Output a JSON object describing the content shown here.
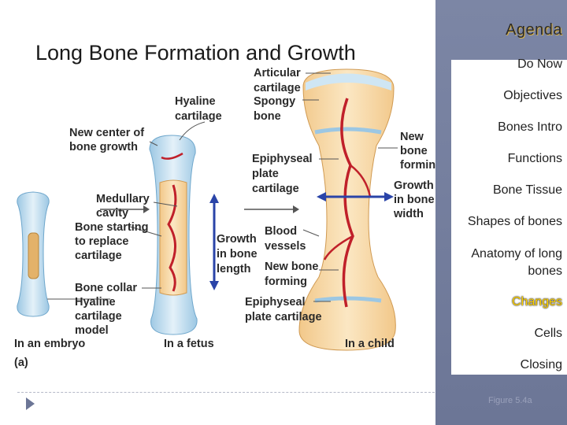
{
  "slide": {
    "title": "Long Bone Formation and Growth"
  },
  "agenda": {
    "title": "Agenda",
    "items": [
      {
        "label": "Do Now"
      },
      {
        "label": "Objectives"
      },
      {
        "label": "Bones Intro"
      },
      {
        "label": "Functions"
      },
      {
        "label": "Bone Tissue"
      },
      {
        "label": "Shapes of bones"
      },
      {
        "label": "Anatomy of long\nbones"
      },
      {
        "label": "Changes",
        "active": true
      },
      {
        "label": "Cells"
      },
      {
        "label": "Closing"
      }
    ],
    "active_color": "#ffd200"
  },
  "figure": {
    "ref": "Figure 5.4a",
    "panel": "(a)",
    "stages": {
      "embryo": "In an embryo",
      "fetus": "In a fetus",
      "child": "In a child"
    },
    "labels": {
      "articular_cartilage": [
        "Articular",
        "cartilage"
      ],
      "spongy_bone": [
        "Spongy",
        "bone"
      ],
      "hyaline_cartilage": [
        "Hyaline",
        "cartilage"
      ],
      "new_center": [
        "New center of",
        "bone growth"
      ],
      "new_bone_forming_top": [
        "New",
        "bone",
        "forming"
      ],
      "epiphyseal_plate_cartilage": [
        "Epiphyseal",
        "plate",
        "cartilage"
      ],
      "medullary_cavity": [
        "Medullary",
        "cavity"
      ],
      "bone_starting": [
        "Bone starting",
        "to replace",
        "cartilage"
      ],
      "growth_width": [
        "Growth",
        "in bone",
        "width"
      ],
      "growth_length": [
        "Growth",
        "in bone",
        "length"
      ],
      "blood_vessels": [
        "Blood",
        "vessels"
      ],
      "new_bone_forming": [
        "New bone",
        "forming"
      ],
      "bone_collar": [
        "Bone collar"
      ],
      "hyaline_model": [
        "Hyaline",
        "cartilage",
        "model"
      ],
      "epiphyseal_bottom": [
        "Epiphyseal",
        "plate cartilage"
      ]
    }
  }
}
